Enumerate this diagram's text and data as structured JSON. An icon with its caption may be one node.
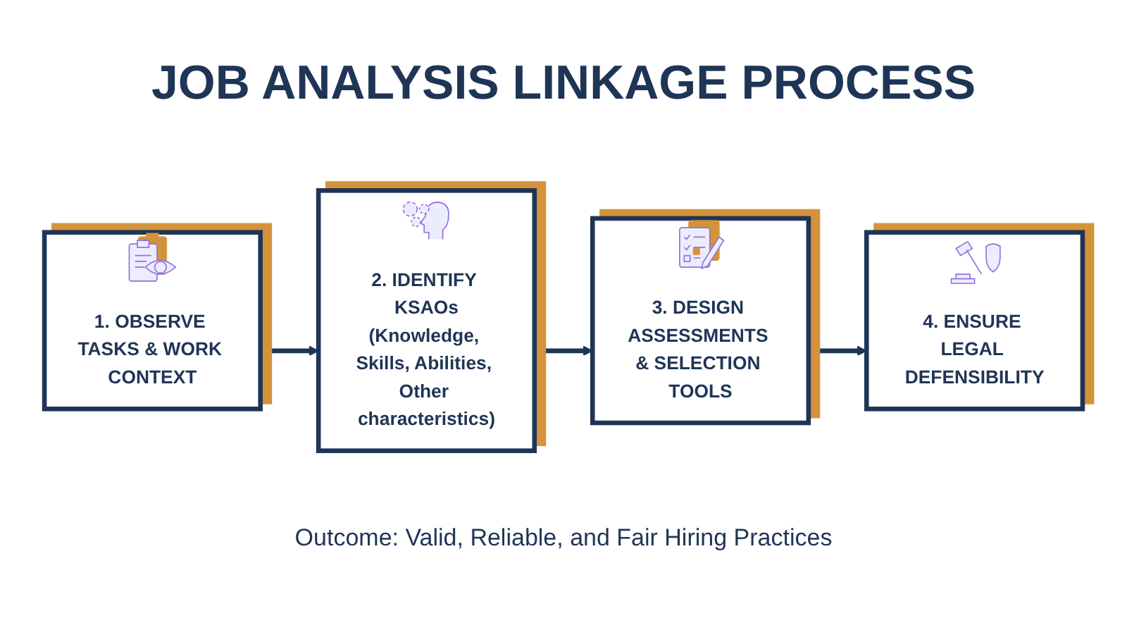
{
  "diagram": {
    "title": "JOB ANALYSIS LINKAGE PROCESS",
    "nodes": [
      {
        "text": [
          "1. OBSERVE TASKS & WORK CONTEXT"
        ]
      },
      {
        "text": [
          "2. IDENTIFY KSAOs",
          "(Knowledge, Skills, Abilities, Other characteristics)"
        ]
      },
      {
        "text": [
          "3. DESIGN ASSESSMENTS & SELECTION TOOLS"
        ]
      },
      {
        "text": [
          "4. ENSURE LEGAL DEFENSIBILITY"
        ]
      }
    ],
    "edges": [
      {
        "from": 0,
        "to": 1,
        "arrow": "to"
      },
      {
        "from": 1,
        "to": 2,
        "arrow": "to"
      },
      {
        "from": 2,
        "to": 3,
        "arrow": "to"
      }
    ],
    "caption": "Outcome: Valid, Reliable, and Fair Hiring Practices"
  }
}
